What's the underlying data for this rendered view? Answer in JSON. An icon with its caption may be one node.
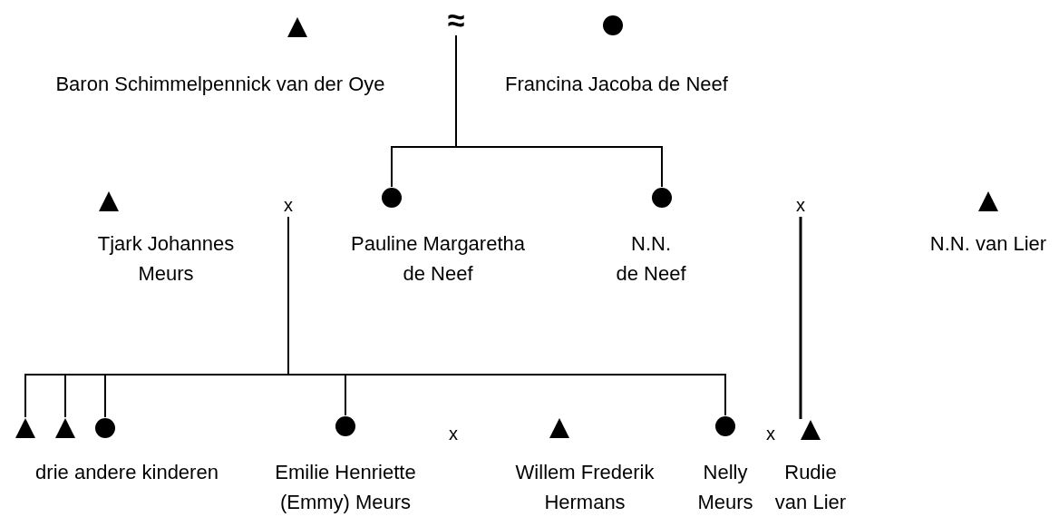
{
  "diagram": {
    "nodes": [
      {
        "text": [
          "Baron Schimmelpennick van der Oye"
        ]
      },
      {
        "text": [
          "≈"
        ]
      },
      {
        "text": [
          "Francina Jacoba de Neef"
        ]
      },
      {
        "text": [
          "Tjark Johannes Meurs"
        ]
      },
      {
        "text": [
          "x"
        ]
      },
      {
        "text": [
          "Pauline Margaretha de Neef"
        ]
      },
      {
        "text": [
          "N.N. de Neef"
        ]
      },
      {
        "text": [
          "x"
        ]
      },
      {
        "text": [
          "N.N. van Lier"
        ]
      },
      {
        "text": [],
        "shape": "triangle"
      },
      {
        "text": [],
        "shape": "triangle"
      },
      {
        "text": [],
        "shape": "circle"
      },
      {
        "text": [
          "Emilie Henriette (Emmy) Meurs"
        ]
      },
      {
        "text": [
          "x"
        ]
      },
      {
        "text": [
          "Willem Frederik Hermans"
        ]
      },
      {
        "text": [
          "Nelly Meurs"
        ]
      },
      {
        "text": [
          "x"
        ]
      },
      {
        "text": [
          "Rudie van Lier"
        ]
      }
    ],
    "edges": [
      {
        "from": 1,
        "to": 5,
        "arrow": "none"
      },
      {
        "from": 1,
        "to": 6,
        "arrow": "none"
      },
      {
        "from": 4,
        "to": 9,
        "arrow": "none"
      },
      {
        "from": 4,
        "to": 10,
        "arrow": "none"
      },
      {
        "from": 4,
        "to": 11,
        "arrow": "none"
      },
      {
        "from": 4,
        "to": 12,
        "arrow": "none"
      },
      {
        "from": 4,
        "to": 15,
        "arrow": "none"
      },
      {
        "from": 7,
        "to": 17,
        "arrow": "none"
      }
    ],
    "labels": [
      "drie andere kinderen"
    ]
  }
}
